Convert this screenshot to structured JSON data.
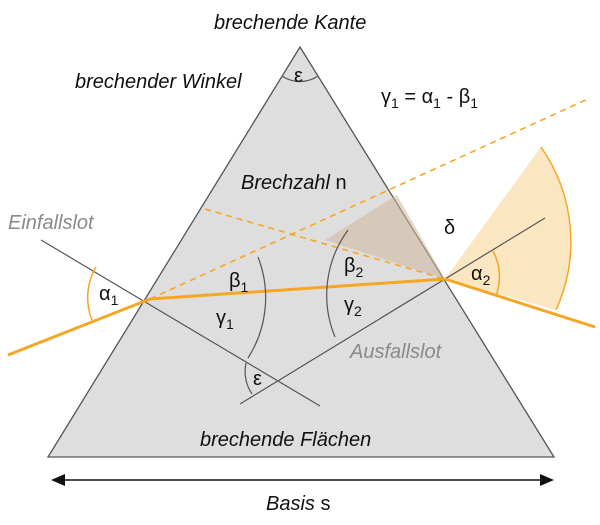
{
  "labels": {
    "top_edge": "brechende Kante",
    "angle_name": "brechender Winkel",
    "formula": {
      "gamma": "γ",
      "gamma_sub": "1",
      "mid": " = α",
      "alpha_sub": "1",
      "minus": " - β",
      "beta_sub": "1"
    },
    "refraction": {
      "text": "Brechzahl",
      "symbol": "n"
    },
    "einfallslot": "Einfallslot",
    "ausfallslot": "Ausfallslot",
    "faces": "brechende Flächen",
    "basis": {
      "text": "Basis",
      "symbol": "s"
    },
    "epsilon": "ε",
    "delta": "δ",
    "alpha": "α",
    "beta": "β",
    "gamma": "γ",
    "sub1": "1",
    "sub2": "2"
  },
  "colors": {
    "prism_fill": "#dedede",
    "prism_stroke": "#555555",
    "ray": "#f5a623",
    "dashed": "#f5a623",
    "deviation_fill": "#fbe6c2",
    "normal_line": "#555555",
    "label_gray": "#8a8a8a"
  }
}
